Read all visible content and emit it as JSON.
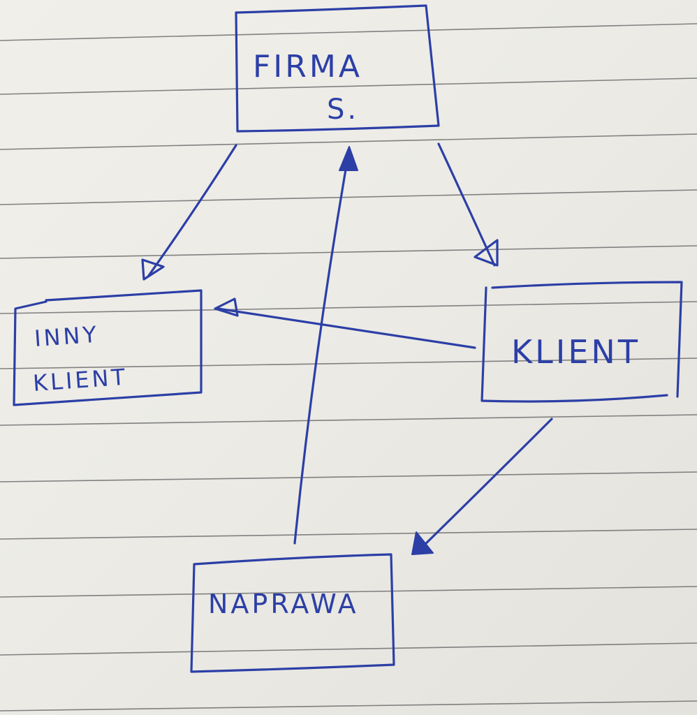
{
  "diagram": {
    "nodes": [
      {
        "id": "firma",
        "lines": [
          "FIRMA",
          "S."
        ]
      },
      {
        "id": "inny-klient",
        "lines": [
          "INNY",
          "KLIENT"
        ]
      },
      {
        "id": "klient",
        "lines": [
          "KLIENT"
        ]
      },
      {
        "id": "naprawa",
        "lines": [
          "NAPRAWA"
        ]
      }
    ],
    "edges": [
      {
        "from": "firma",
        "to": "inny-klient"
      },
      {
        "from": "firma",
        "to": "klient"
      },
      {
        "from": "klient",
        "to": "inny-klient"
      },
      {
        "from": "klient",
        "to": "naprawa"
      },
      {
        "from": "naprawa",
        "to": "firma"
      }
    ],
    "colors": {
      "ink": "#2c3fa6",
      "paper": "#efede7",
      "rule": "#5d5d5f"
    }
  }
}
